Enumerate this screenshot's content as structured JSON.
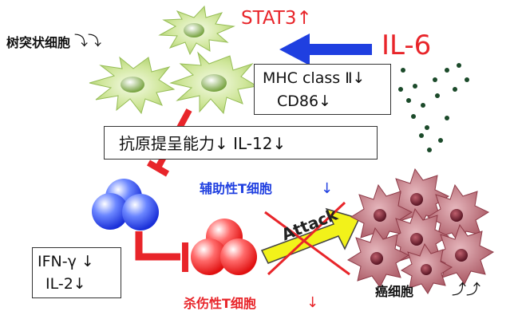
{
  "labels": {
    "dendritic_cell": "树突状细胞",
    "dendritic_cell_arrows": "⤵⤵",
    "stat3": "STAT3↑",
    "il6": "IL-6",
    "mhc": "MHC class Ⅱ↓",
    "cd86": "CD86↓",
    "antigen_presentation": "抗原提呈能力↓  IL-12↓",
    "helper_t": "辅助性T细胞",
    "helper_t_arrow": "↓",
    "ifn": "IFN-γ ↓",
    "il2": "IL-2↓",
    "attack": "Attack",
    "cytotoxic_t": "杀伤性T细胞",
    "cytotoxic_t_arrow": "↓",
    "cancer_cell": "癌细胞",
    "cancer_cell_arrows": "⤴⤴"
  },
  "colors": {
    "red": "#e8252a",
    "blue": "#1f3fe0",
    "dc_green": "#c6e18f",
    "dc_green_dark": "#8fb84c",
    "cancer": "#b5646e",
    "cancer_nucleus": "#6e1f2e",
    "attack_yellow": "#f2f21a",
    "dots": "#1b4a2a"
  }
}
